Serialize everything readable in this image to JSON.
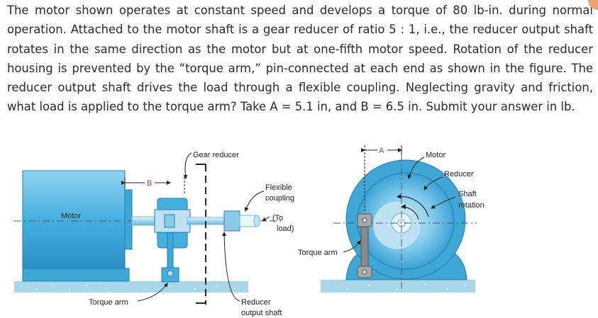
{
  "problem": {
    "text": "The motor shown operates at constant speed and develops a torque of 80 lb-in. during normal operation. Attached to the motor shaft is a gear reducer of ratio 5 : 1, i.e., the reducer output shaft rotates in the same direction as the motor but at one-fifth motor speed. Rotation of the reducer housing is prevented by the “torque arm,” pin-connected at each end as shown in the figure. The reducer output shaft drives the load through a flexible coupling. Neglecting gravity and friction, what load is applied to the torque arm? Take A = 5.1 in, and B = 6.5 in. Submit your answer in lb."
  },
  "figure": {
    "labels": {
      "gear_reducer": "Gear reducer",
      "flexible": "Flexible",
      "coupling": "coupling",
      "to": "(To",
      "load": "load)",
      "motor_left": "Motor",
      "torque_arm_left": "Torque arm",
      "reducer_output": "Reducer",
      "output_shaft": "output shaft",
      "b_dim": "B",
      "a_dim": "A",
      "motor_right": "Motor",
      "reducer_right": "Reducer",
      "shaft": "Shaft",
      "rotation": "rotation",
      "torque_arm_right": "Torque arm"
    },
    "colors": {
      "blue": "#3fa7d6",
      "blue_dark": "#1f7fb0",
      "light_blue": "#bfe2f2",
      "ground": "#a9d7ea",
      "gray": "#9a9a9a"
    }
  }
}
